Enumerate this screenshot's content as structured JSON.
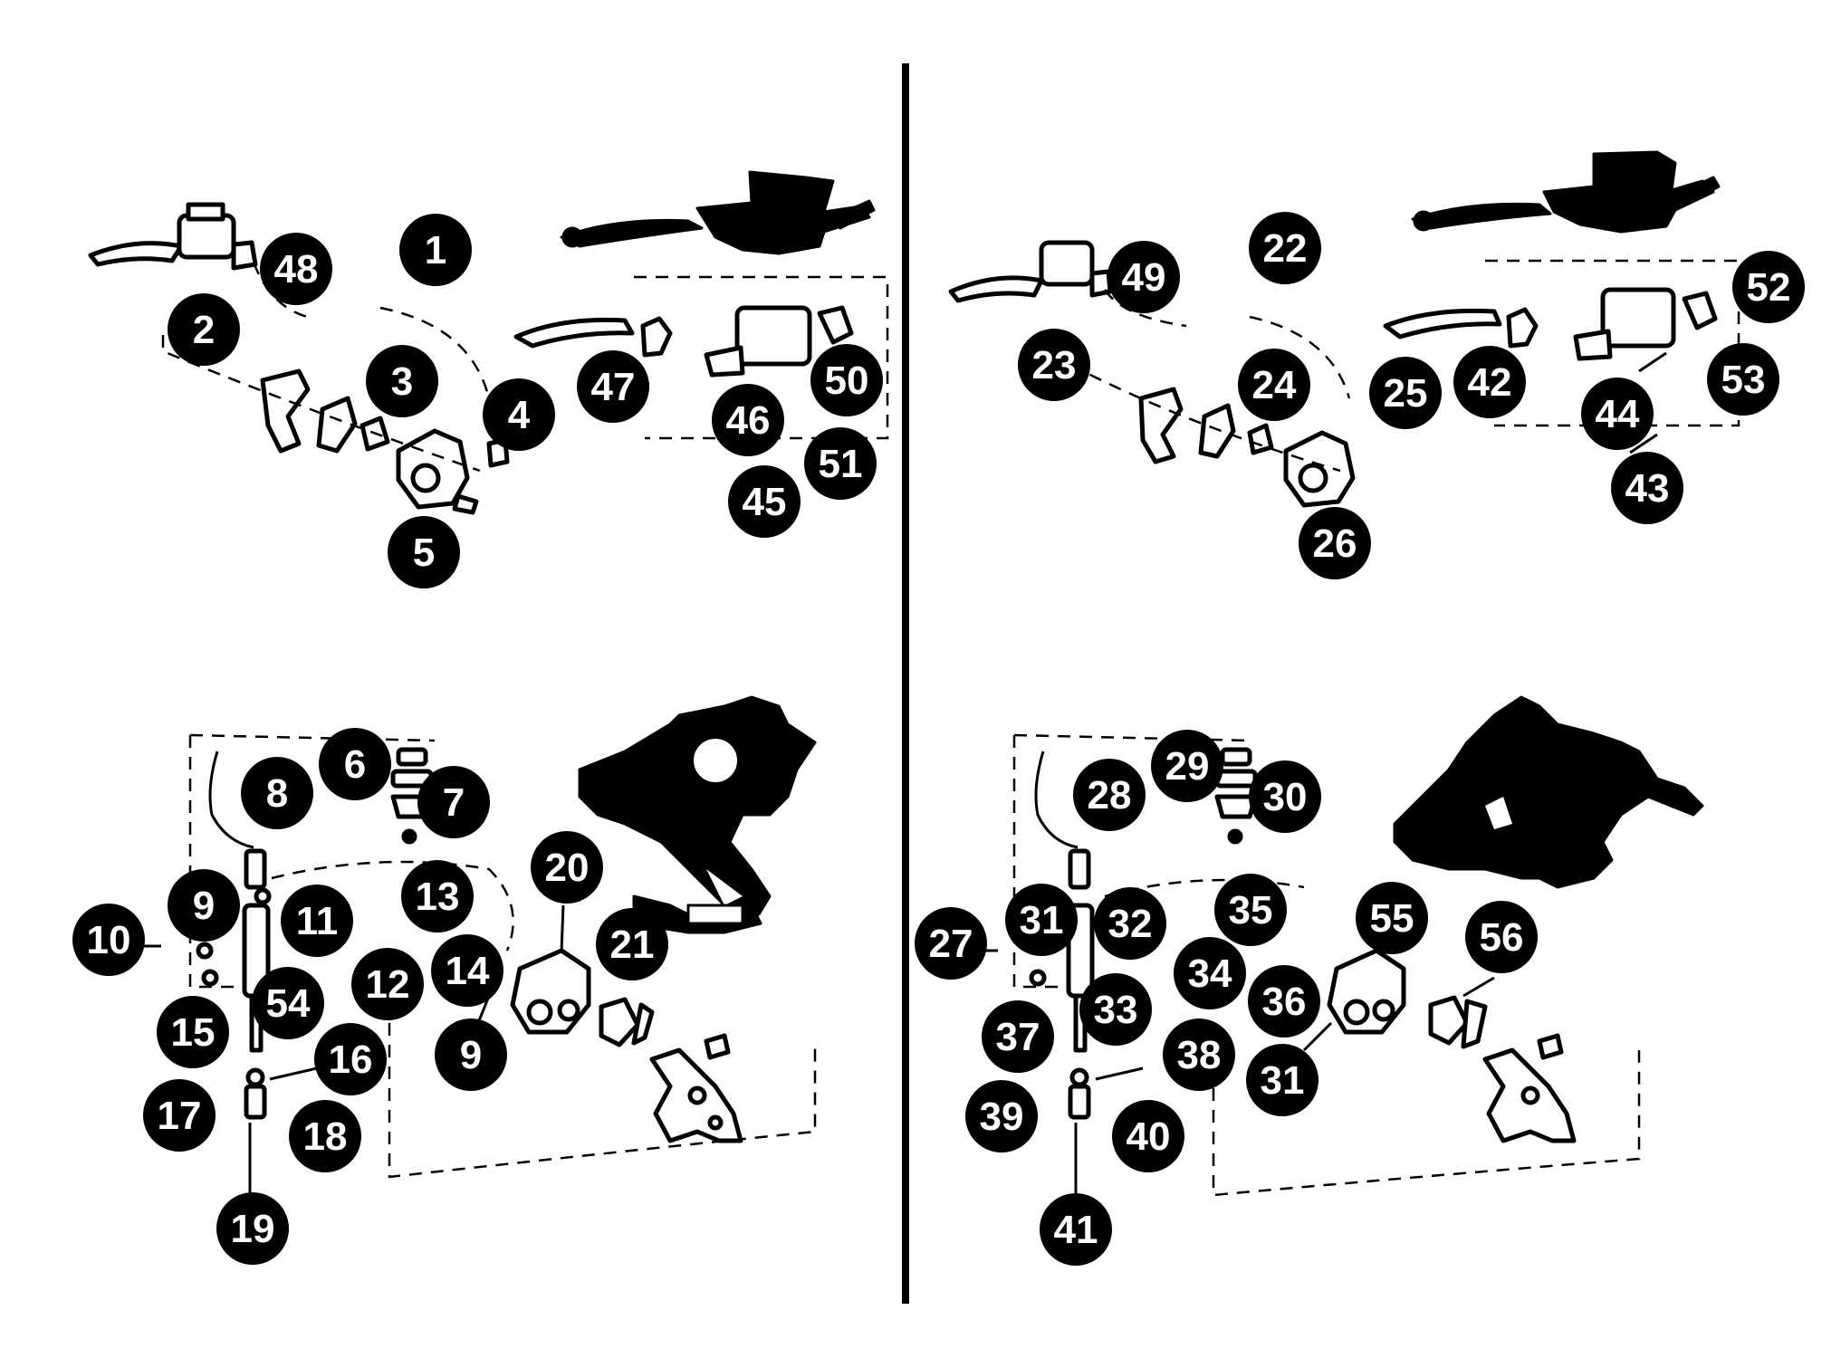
{
  "colors": {
    "background": "#ffffff",
    "ink": "#000000",
    "callout_text": "#ffffff"
  },
  "callouts": [
    "1",
    "2",
    "3",
    "4",
    "5",
    "6",
    "7",
    "8",
    "9",
    "10",
    "11",
    "12",
    "13",
    "14",
    "9",
    "15",
    "16",
    "17",
    "18",
    "19",
    "20",
    "21",
    "22",
    "23",
    "24",
    "25",
    "26",
    "27",
    "28",
    "29",
    "30",
    "31",
    "32",
    "33",
    "34",
    "35",
    "36",
    "31",
    "37",
    "38",
    "39",
    "40",
    "41",
    "42",
    "43",
    "44",
    "45",
    "46",
    "47",
    "48",
    "49",
    "50",
    "51",
    "52",
    "53",
    "54",
    "55",
    "56"
  ]
}
